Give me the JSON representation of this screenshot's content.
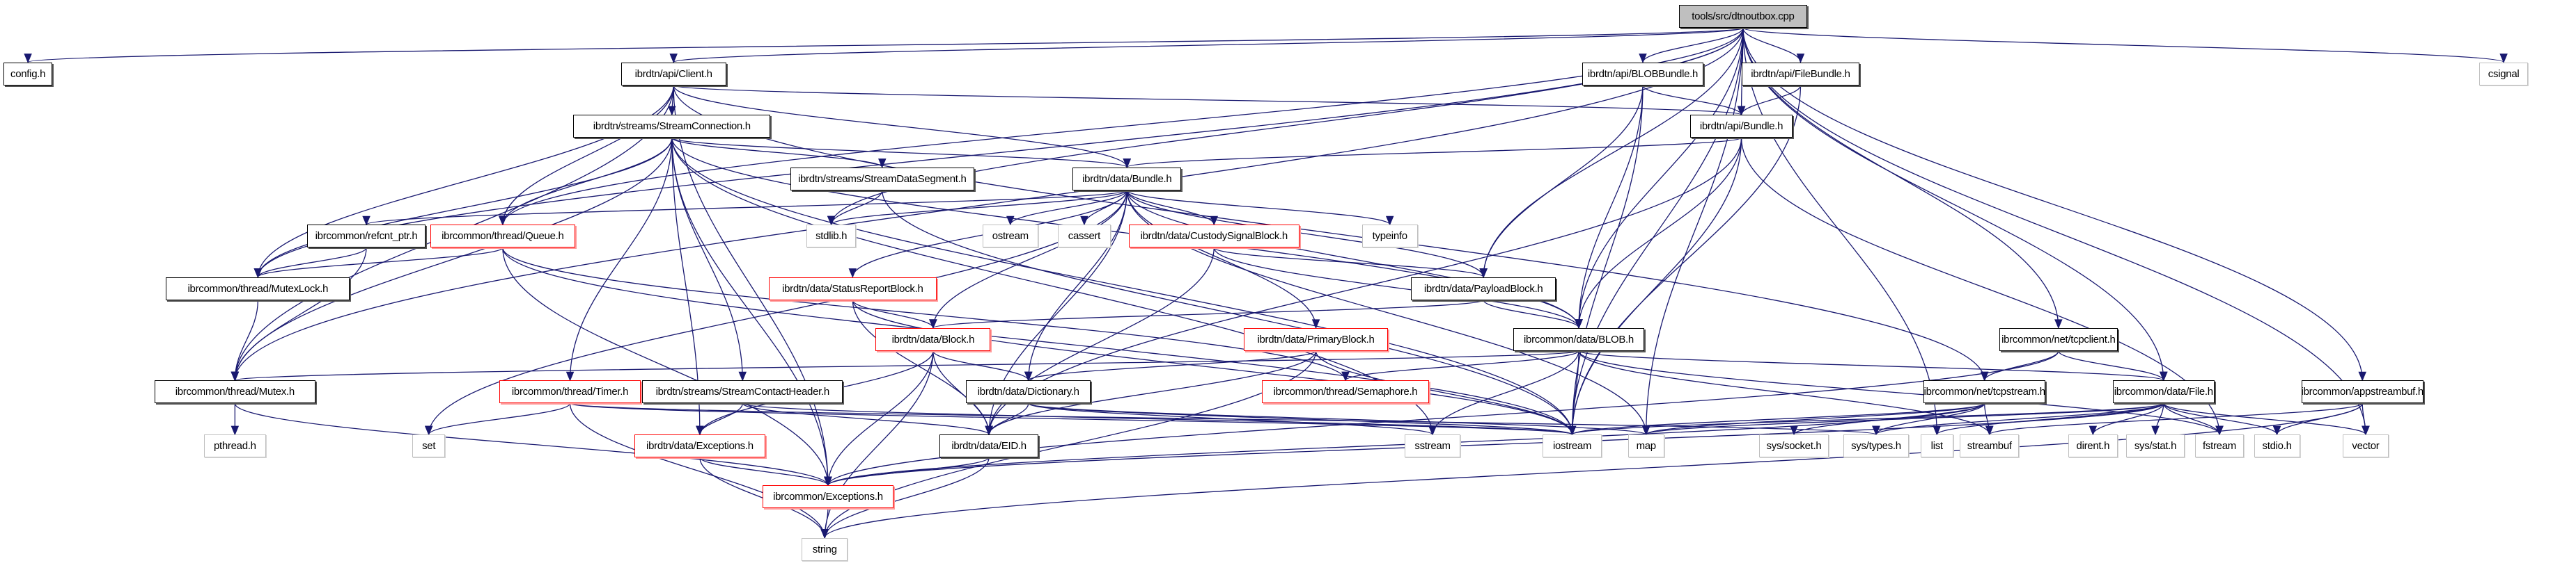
{
  "title": "tools/src/dtnoutbox.cpp include dependency graph",
  "colors": {
    "edge": "#191970",
    "root_fill": "#bfbfbf",
    "documented_border": "#000000",
    "truncated_border": "#ff0000",
    "external_border": "#bfbfbf"
  },
  "nodes": [
    {
      "id": "root",
      "label": "tools/src/dtnoutbox.cpp",
      "kind": "root"
    },
    {
      "id": "config",
      "label": "config.h",
      "kind": "normal"
    },
    {
      "id": "client",
      "label": "ibrdtn/api/Client.h",
      "kind": "normal"
    },
    {
      "id": "blobbundle",
      "label": "ibrdtn/api/BLOBBundle.h",
      "kind": "normal"
    },
    {
      "id": "filebundle",
      "label": "ibrdtn/api/FileBundle.h",
      "kind": "normal"
    },
    {
      "id": "csignal",
      "label": "csignal",
      "kind": "ext"
    },
    {
      "id": "streamconn",
      "label": "ibrdtn/streams/StreamConnection.h",
      "kind": "normal"
    },
    {
      "id": "apibundle",
      "label": "ibrdtn/api/Bundle.h",
      "kind": "normal"
    },
    {
      "id": "streamdataseg",
      "label": "ibrdtn/streams/StreamDataSegment.h",
      "kind": "normal"
    },
    {
      "id": "databundle",
      "label": "ibrdtn/data/Bundle.h",
      "kind": "normal"
    },
    {
      "id": "refcnt",
      "label": "ibrcommon/refcnt_ptr.h",
      "kind": "normal"
    },
    {
      "id": "queue",
      "label": "ibrcommon/thread/Queue.h",
      "kind": "red"
    },
    {
      "id": "stdlib",
      "label": "stdlib.h",
      "kind": "ext"
    },
    {
      "id": "ostream",
      "label": "ostream",
      "kind": "ext"
    },
    {
      "id": "cassert",
      "label": "cassert",
      "kind": "ext"
    },
    {
      "id": "custody",
      "label": "ibrdtn/data/CustodySignalBlock.h",
      "kind": "red"
    },
    {
      "id": "typeinfo",
      "label": "typeinfo",
      "kind": "ext"
    },
    {
      "id": "mutexlock",
      "label": "ibrcommon/thread/MutexLock.h",
      "kind": "normal"
    },
    {
      "id": "statusreport",
      "label": "ibrdtn/data/StatusReportBlock.h",
      "kind": "red"
    },
    {
      "id": "payload",
      "label": "ibrdtn/data/PayloadBlock.h",
      "kind": "normal"
    },
    {
      "id": "block",
      "label": "ibrdtn/data/Block.h",
      "kind": "red"
    },
    {
      "id": "primary",
      "label": "ibrdtn/data/PrimaryBlock.h",
      "kind": "red"
    },
    {
      "id": "blob",
      "label": "ibrcommon/data/BLOB.h",
      "kind": "normal"
    },
    {
      "id": "tcpclient",
      "label": "ibrcommon/net/tcpclient.h",
      "kind": "normal"
    },
    {
      "id": "mutex",
      "label": "ibrcommon/thread/Mutex.h",
      "kind": "normal"
    },
    {
      "id": "timer",
      "label": "ibrcommon/thread/Timer.h",
      "kind": "red"
    },
    {
      "id": "contactheader",
      "label": "ibrdtn/streams/StreamContactHeader.h",
      "kind": "normal"
    },
    {
      "id": "dictionary",
      "label": "ibrdtn/data/Dictionary.h",
      "kind": "normal"
    },
    {
      "id": "semaphore",
      "label": "ibrcommon/thread/Semaphore.h",
      "kind": "red"
    },
    {
      "id": "tcpstream",
      "label": "ibrcommon/net/tcpstream.h",
      "kind": "normal"
    },
    {
      "id": "file",
      "label": "ibrcommon/data/File.h",
      "kind": "normal"
    },
    {
      "id": "appstreambuf",
      "label": "ibrcommon/appstreambuf.h",
      "kind": "normal"
    },
    {
      "id": "pthread",
      "label": "pthread.h",
      "kind": "ext"
    },
    {
      "id": "set",
      "label": "set",
      "kind": "ext"
    },
    {
      "id": "dataexceptions",
      "label": "ibrdtn/data/Exceptions.h",
      "kind": "red"
    },
    {
      "id": "eid",
      "label": "ibrdtn/data/EID.h",
      "kind": "normal"
    },
    {
      "id": "sstream",
      "label": "sstream",
      "kind": "ext"
    },
    {
      "id": "iostream",
      "label": "iostream",
      "kind": "ext"
    },
    {
      "id": "map",
      "label": "map",
      "kind": "ext"
    },
    {
      "id": "syssocket",
      "label": "sys/socket.h",
      "kind": "ext"
    },
    {
      "id": "systypes",
      "label": "sys/types.h",
      "kind": "ext"
    },
    {
      "id": "list",
      "label": "list",
      "kind": "ext"
    },
    {
      "id": "streambuf",
      "label": "streambuf",
      "kind": "ext"
    },
    {
      "id": "dirent",
      "label": "dirent.h",
      "kind": "ext"
    },
    {
      "id": "sysstat",
      "label": "sys/stat.h",
      "kind": "ext"
    },
    {
      "id": "fstream",
      "label": "fstream",
      "kind": "ext"
    },
    {
      "id": "stdio",
      "label": "stdio.h",
      "kind": "ext"
    },
    {
      "id": "vector",
      "label": "vector",
      "kind": "ext"
    },
    {
      "id": "commonexceptions",
      "label": "ibrcommon/Exceptions.h",
      "kind": "red"
    },
    {
      "id": "string",
      "label": "string",
      "kind": "ext"
    }
  ],
  "edges": [
    [
      "root",
      "config"
    ],
    [
      "root",
      "client"
    ],
    [
      "root",
      "blobbundle"
    ],
    [
      "root",
      "filebundle"
    ],
    [
      "root",
      "csignal"
    ],
    [
      "root",
      "apibundle"
    ],
    [
      "root",
      "mutexlock"
    ],
    [
      "root",
      "mutex"
    ],
    [
      "root",
      "stdlib"
    ],
    [
      "root",
      "payload"
    ],
    [
      "root",
      "blob"
    ],
    [
      "root",
      "tcpclient"
    ],
    [
      "root",
      "file"
    ],
    [
      "root",
      "appstreambuf"
    ],
    [
      "root",
      "iostream"
    ],
    [
      "root",
      "map"
    ],
    [
      "root",
      "list"
    ],
    [
      "root",
      "vector"
    ],
    [
      "root",
      "queue"
    ],
    [
      "client",
      "streamconn"
    ],
    [
      "client",
      "apibundle"
    ],
    [
      "client",
      "databundle"
    ],
    [
      "client",
      "queue"
    ],
    [
      "client",
      "mutexlock"
    ],
    [
      "client",
      "mutex"
    ],
    [
      "client",
      "tcpstream"
    ],
    [
      "client",
      "commonexceptions"
    ],
    [
      "blobbundle",
      "apibundle"
    ],
    [
      "blobbundle",
      "blob"
    ],
    [
      "blobbundle",
      "payload"
    ],
    [
      "blobbundle",
      "iostream"
    ],
    [
      "filebundle",
      "apibundle"
    ],
    [
      "filebundle",
      "iostream"
    ],
    [
      "streamconn",
      "streamdataseg"
    ],
    [
      "streamconn",
      "databundle"
    ],
    [
      "streamconn",
      "queue"
    ],
    [
      "streamconn",
      "mutexlock"
    ],
    [
      "streamconn",
      "mutex"
    ],
    [
      "streamconn",
      "timer"
    ],
    [
      "streamconn",
      "contactheader"
    ],
    [
      "streamconn",
      "dataexceptions"
    ],
    [
      "streamconn",
      "commonexceptions"
    ],
    [
      "streamconn",
      "blob"
    ],
    [
      "streamconn",
      "iostream"
    ],
    [
      "streamconn",
      "sstream"
    ],
    [
      "apibundle",
      "databundle"
    ],
    [
      "apibundle",
      "blob"
    ],
    [
      "apibundle",
      "eid"
    ],
    [
      "apibundle",
      "iostream"
    ],
    [
      "apibundle",
      "fstream"
    ],
    [
      "streamdataseg",
      "stdlib"
    ],
    [
      "streamdataseg",
      "iostream"
    ],
    [
      "databundle",
      "ostream"
    ],
    [
      "databundle",
      "cassert"
    ],
    [
      "databundle",
      "custody"
    ],
    [
      "databundle",
      "typeinfo"
    ],
    [
      "databundle",
      "statusreport"
    ],
    [
      "databundle",
      "block"
    ],
    [
      "databundle",
      "primary"
    ],
    [
      "databundle",
      "payload"
    ],
    [
      "databundle",
      "blob"
    ],
    [
      "databundle",
      "refcnt"
    ],
    [
      "databundle",
      "eid"
    ],
    [
      "databundle",
      "dictionary"
    ],
    [
      "databundle",
      "map"
    ],
    [
      "databundle",
      "set"
    ],
    [
      "databundle",
      "stdlib"
    ],
    [
      "refcnt",
      "mutexlock"
    ],
    [
      "refcnt",
      "mutex"
    ],
    [
      "queue",
      "mutexlock"
    ],
    [
      "queue",
      "semaphore"
    ],
    [
      "queue",
      "commonexceptions"
    ],
    [
      "queue",
      "iostream"
    ],
    [
      "custody",
      "payload"
    ],
    [
      "custody",
      "eid"
    ],
    [
      "custody",
      "blob"
    ],
    [
      "mutexlock",
      "mutex"
    ],
    [
      "statusreport",
      "block"
    ],
    [
      "statusreport",
      "eid"
    ],
    [
      "statusreport",
      "iostream"
    ],
    [
      "payload",
      "blob"
    ],
    [
      "payload",
      "block"
    ],
    [
      "block",
      "eid"
    ],
    [
      "block",
      "dictionary"
    ],
    [
      "block",
      "dataexceptions"
    ],
    [
      "block",
      "commonexceptions"
    ],
    [
      "block",
      "string"
    ],
    [
      "primary",
      "eid"
    ],
    [
      "primary",
      "dictionary"
    ],
    [
      "primary",
      "iostream"
    ],
    [
      "primary",
      "string"
    ],
    [
      "blob",
      "mutex"
    ],
    [
      "blob",
      "semaphore"
    ],
    [
      "blob",
      "file"
    ],
    [
      "blob",
      "sstream"
    ],
    [
      "blob",
      "iostream"
    ],
    [
      "blob",
      "streambuf"
    ],
    [
      "blob",
      "fstream"
    ],
    [
      "tcpclient",
      "tcpstream"
    ],
    [
      "tcpclient",
      "file"
    ],
    [
      "tcpclient",
      "commonexceptions"
    ],
    [
      "mutex",
      "pthread"
    ],
    [
      "mutex",
      "commonexceptions"
    ],
    [
      "timer",
      "set"
    ],
    [
      "timer",
      "string"
    ],
    [
      "timer",
      "iostream"
    ],
    [
      "timer",
      "systypes"
    ],
    [
      "contactheader",
      "dataexceptions"
    ],
    [
      "contactheader",
      "eid"
    ],
    [
      "contactheader",
      "iostream"
    ],
    [
      "dictionary",
      "eid"
    ],
    [
      "dictionary",
      "sstream"
    ],
    [
      "dictionary",
      "iostream"
    ],
    [
      "dictionary",
      "map"
    ],
    [
      "tcpstream",
      "map"
    ],
    [
      "tcpstream",
      "syssocket"
    ],
    [
      "tcpstream",
      "systypes"
    ],
    [
      "tcpstream",
      "streambuf"
    ],
    [
      "tcpstream",
      "commonexceptions"
    ],
    [
      "tcpstream",
      "iostream"
    ],
    [
      "file",
      "list"
    ],
    [
      "file",
      "systypes"
    ],
    [
      "file",
      "dirent"
    ],
    [
      "file",
      "sysstat"
    ],
    [
      "file",
      "fstream"
    ],
    [
      "file",
      "stdio"
    ],
    [
      "file",
      "vector"
    ],
    [
      "file",
      "commonexceptions"
    ],
    [
      "file",
      "map"
    ],
    [
      "file",
      "iostream"
    ],
    [
      "appstreambuf",
      "streambuf"
    ],
    [
      "appstreambuf",
      "stdio"
    ],
    [
      "appstreambuf",
      "vector"
    ],
    [
      "appstreambuf",
      "string"
    ],
    [
      "dataexceptions",
      "commonexceptions"
    ],
    [
      "dataexceptions",
      "string"
    ],
    [
      "eid",
      "commonexceptions"
    ],
    [
      "eid",
      "string"
    ],
    [
      "commonexceptions",
      "string"
    ]
  ]
}
